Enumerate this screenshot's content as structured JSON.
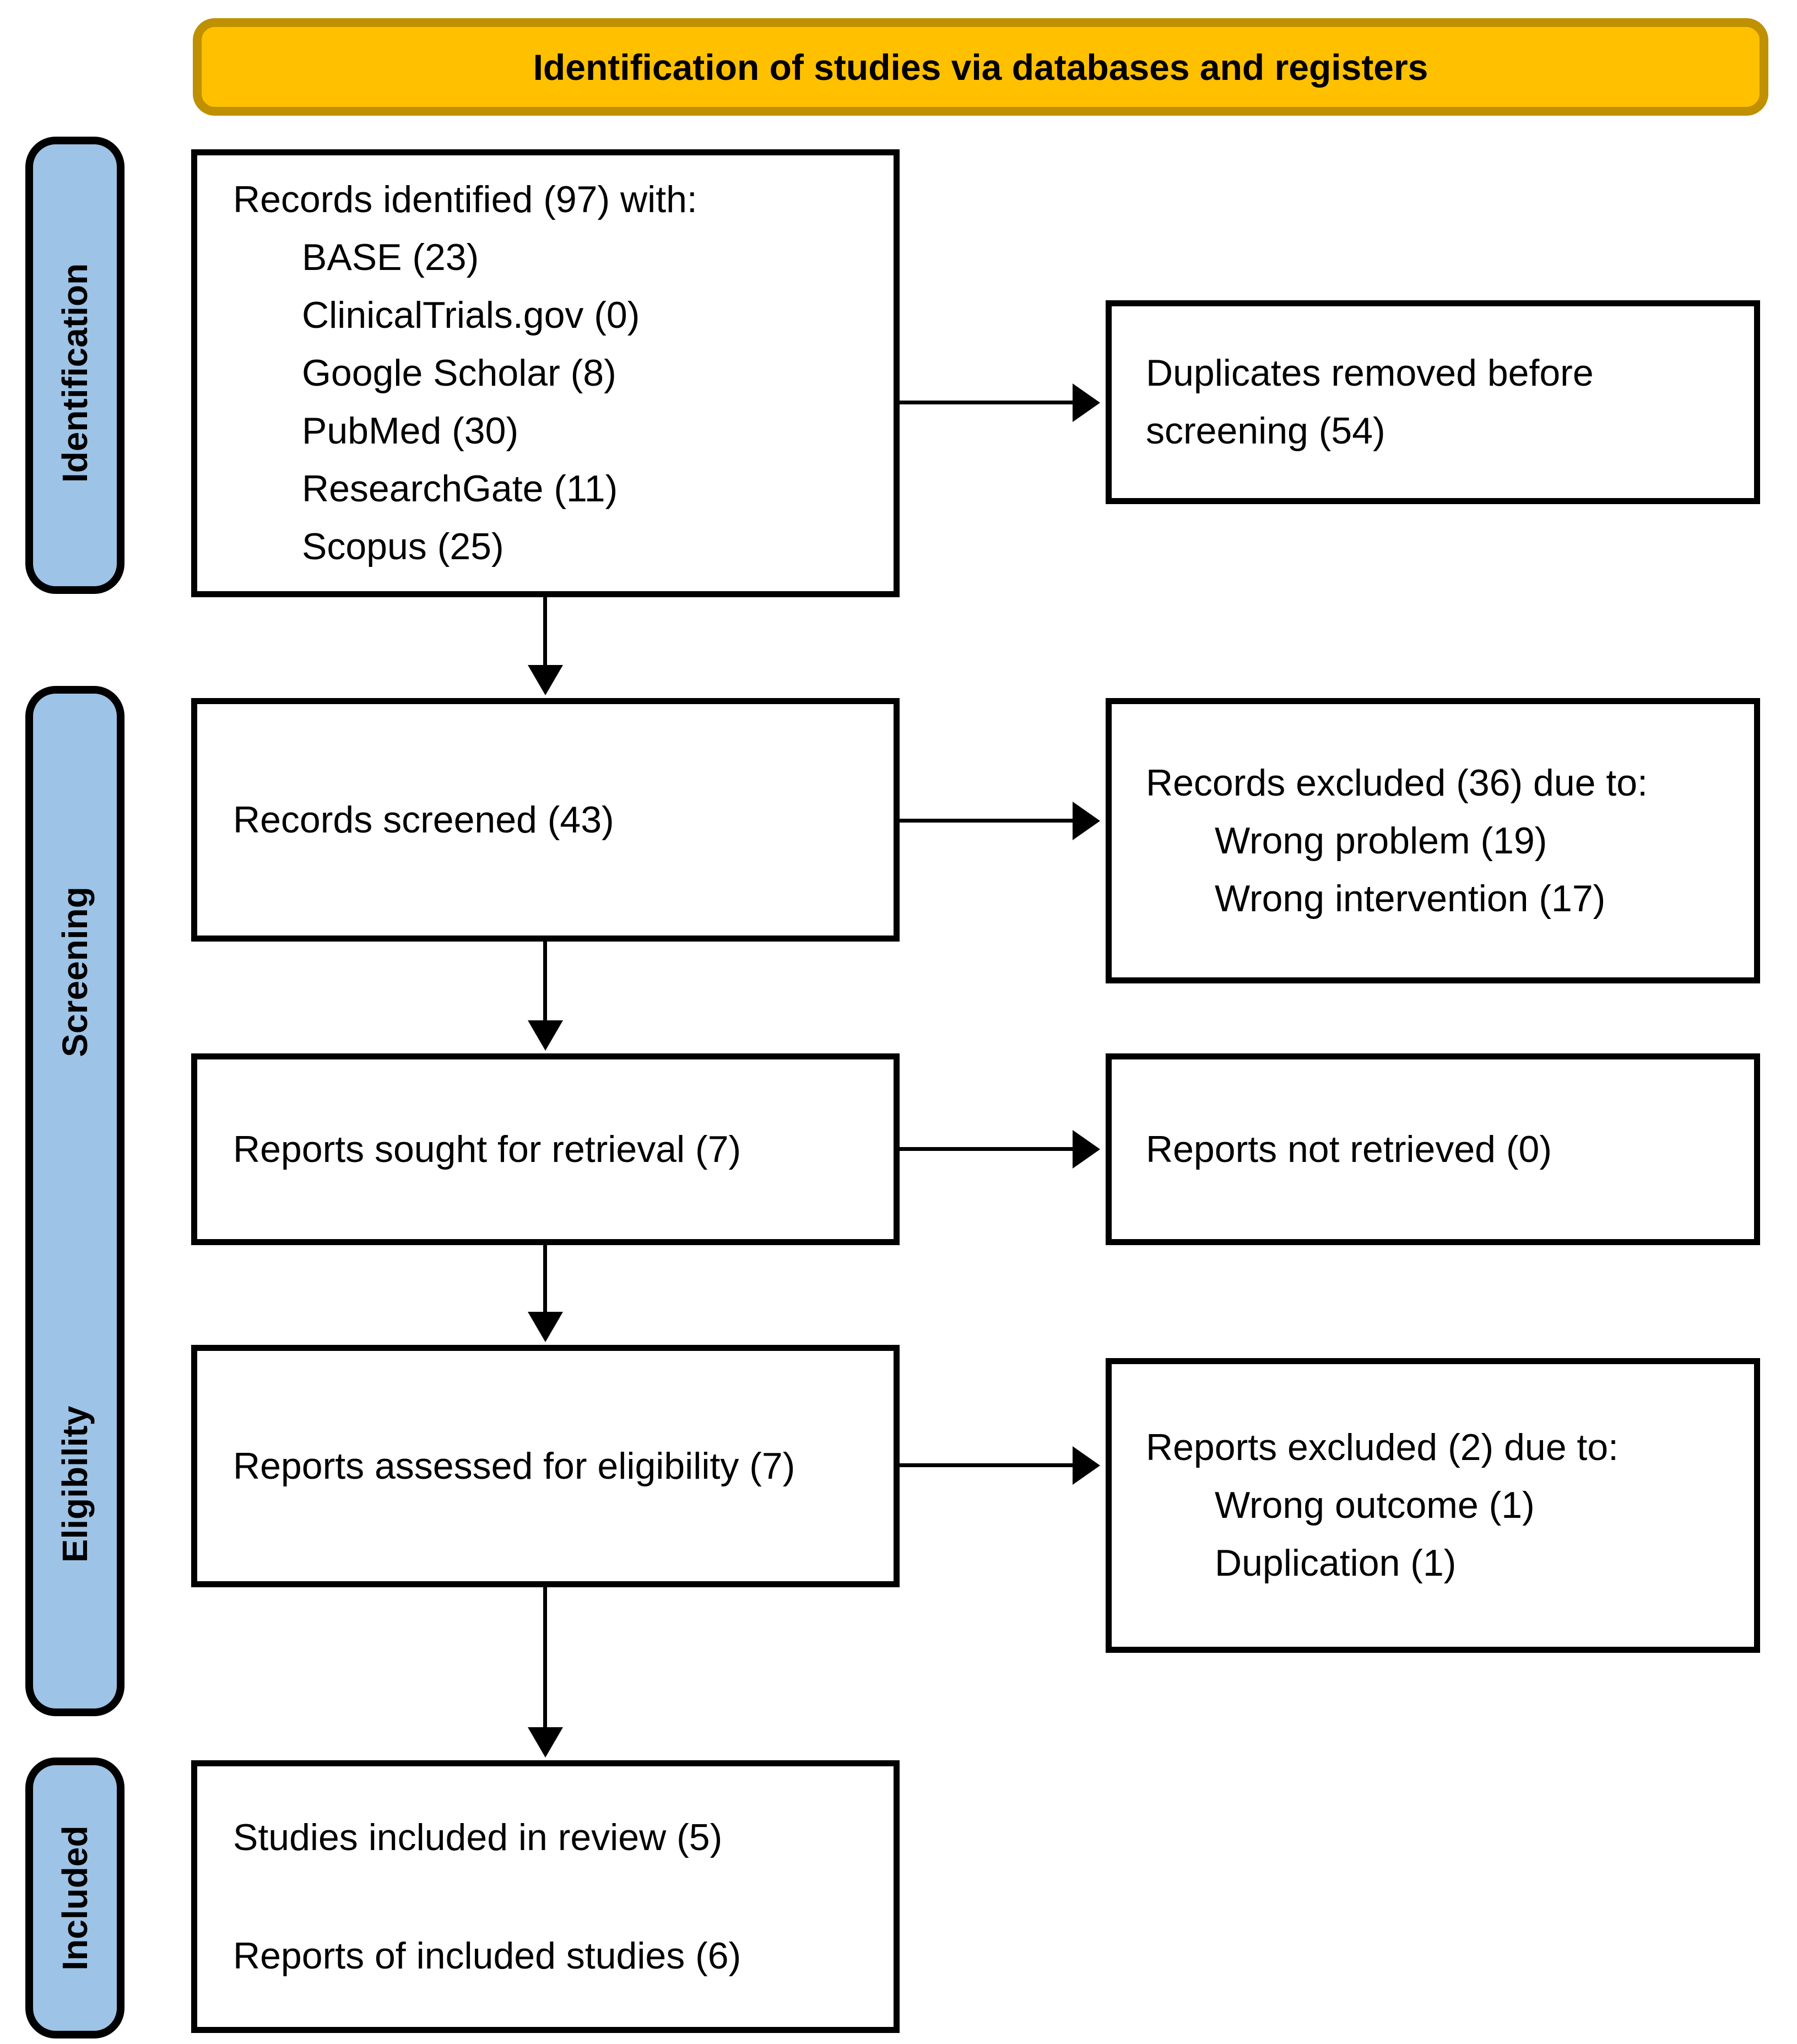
{
  "header": {
    "title": "Identification of studies via databases and registers",
    "fill_color": "#FFC000",
    "border_color": "#BF9000"
  },
  "sidebar": {
    "fill_color": "#9DC3E6",
    "identification": "Identification",
    "screening": "Screening",
    "eligibility": "Eligibility",
    "included": "Included"
  },
  "boxes": {
    "records_identified": {
      "title": "Records identified (97) with:",
      "sources": [
        "BASE (23)",
        "ClinicalTrials.gov (0)",
        "Google Scholar (8)",
        "PubMed (30)",
        "ResearchGate (11)",
        "Scopus (25)"
      ]
    },
    "duplicates_removed": {
      "text": "Duplicates removed before screening (54)"
    },
    "records_screened": {
      "text": "Records screened (43)"
    },
    "records_excluded": {
      "title": "Records excluded (36) due to:",
      "reasons": [
        "Wrong problem (19)",
        "Wrong intervention (17)"
      ]
    },
    "reports_sought": {
      "text": "Reports sought for retrieval (7)"
    },
    "reports_not_retrieved": {
      "text": "Reports not retrieved (0)"
    },
    "reports_assessed": {
      "text": "Reports assessed for eligibility (7)"
    },
    "reports_excluded": {
      "title": "Reports excluded (2) due to:",
      "reasons": [
        "Wrong outcome (1)",
        "Duplication (1)"
      ]
    },
    "included_studies": {
      "line1": "Studies included in review (5)",
      "line2": "Reports of included studies (6)"
    }
  }
}
